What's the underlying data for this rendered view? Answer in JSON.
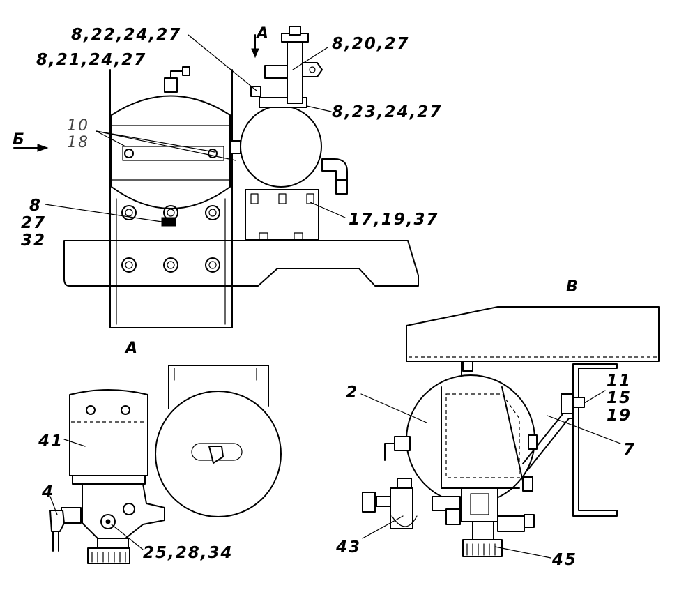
{
  "top_view": {
    "labels": {
      "c1": "8,22,24,27",
      "c2": "8,21,24,27",
      "c3": "8,20,27",
      "c4": "8,23,24,27",
      "c5": "10",
      "c6": "18",
      "c7": "8",
      "c8": "27",
      "c9": "32",
      "c10": "17,19,37"
    },
    "arrows": {
      "a": "А",
      "b": "Б"
    }
  },
  "view_a": {
    "title": "А",
    "labels": {
      "c1": "41",
      "c2": "4",
      "c3": "25,28,34"
    }
  },
  "view_v": {
    "title": "В",
    "labels": {
      "c1": "2",
      "c2": "11",
      "c3": "15",
      "c4": "19",
      "c5": "7",
      "c6": "43",
      "c7": "45"
    }
  }
}
